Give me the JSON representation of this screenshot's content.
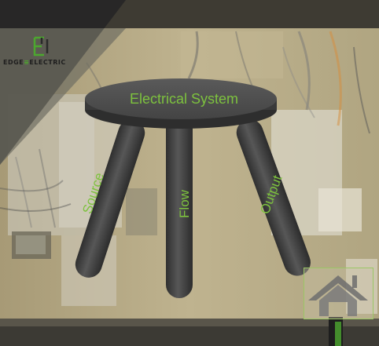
{
  "brand": {
    "name_part1": "EDGE",
    "name_part2": "ELECTRIC",
    "accent_color": "#4ca72f"
  },
  "diagram": {
    "seat_label": "Electrical System",
    "legs": [
      {
        "label": "Source"
      },
      {
        "label": "Flow"
      },
      {
        "label": "Output"
      }
    ],
    "label_color": "#7dc23e",
    "stool_color": "#4a4a4a"
  },
  "home_button": {
    "icon": "house-icon"
  }
}
